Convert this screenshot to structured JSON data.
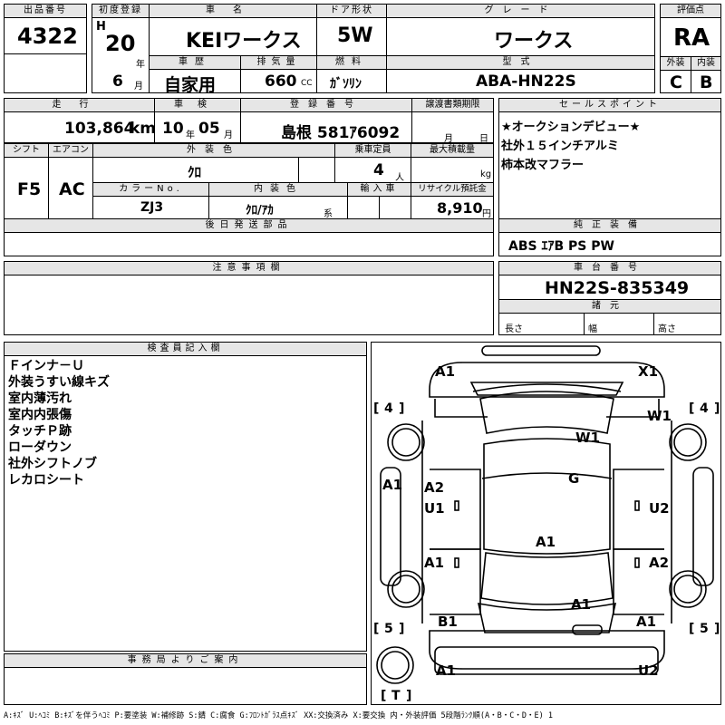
{
  "header": {
    "lot_label": "出品番号",
    "lot_no": "4322",
    "first_reg_label": "初度登録",
    "era": "H",
    "year": "20",
    "year_unit": "年",
    "month": "6",
    "month_unit": "月",
    "car_name_label": "車名",
    "car_name": "KEIワークス",
    "door_label": "ドア形状",
    "door": "5W",
    "grade_label": "グレード",
    "grade": "ワークス",
    "score_label": "評価点",
    "score": "RA",
    "history_label": "車歴",
    "history": "自家用",
    "disp_label": "排気量",
    "disp": "660",
    "disp_unit": "CC",
    "fuel_label": "燃料",
    "fuel": "ｶﾞｿﾘﾝ",
    "model_label": "型式",
    "model": "ABA-HN22S",
    "ext_label": "外装",
    "ext": "C",
    "int_label": "内装",
    "int": "B"
  },
  "row2": {
    "mileage_label": "走行",
    "mileage": "103,864",
    "mileage_unit": "km",
    "inspect_label": "車検",
    "inspect_y": "10",
    "inspect_y_unit": "年",
    "inspect_m": "05",
    "inspect_m_unit": "月",
    "regno_label": "登録番号",
    "regno": "島根 581ｱ6092",
    "transfer_label": "譲渡書類期限",
    "transfer_m": "月",
    "transfer_d": "日",
    "sales_label": "セールスポイント",
    "sales": [
      "★オークションデビュー★",
      "社外１５インチアルミ",
      "柿本改マフラー"
    ]
  },
  "row3": {
    "shift_label": "シフト",
    "shift": "F5",
    "ac_label": "エアコン",
    "ac": "AC",
    "color_label": "外装色",
    "color": "ｸﾛ",
    "capacity_label": "乗車定員",
    "capacity": "4",
    "capacity_unit": "人",
    "loadcap_label": "最大積載量",
    "loadcap_unit": "kg",
    "colorno_label": "カラーNo.",
    "colorno": "ZJ3",
    "intcolor_label": "内装色",
    "intcolor": "ｸﾛ/ｱｶ",
    "intcolor_unit": "系",
    "import_label": "輸入車",
    "recycle_label": "リサイクル預託金",
    "recycle": "8,910",
    "recycle_unit": "円"
  },
  "sections": {
    "later_label": "後日発送部品",
    "equip_label": "純正装備",
    "equip": "ABS ｴｱB PS PW",
    "notes_label": "注意事項欄",
    "chassis_label": "車台番号",
    "chassis": "HN22S-835349",
    "specs_label": "諸元",
    "len_label": "長さ",
    "wid_label": "幅",
    "hei_label": "高さ",
    "inspector_label": "検査員記入欄",
    "inspector": [
      "Ｆインナ－Ｕ",
      "外装うすい線キズ",
      "室内薄汚れ",
      "室内内張傷",
      "タッチＰ跡",
      "ローダウン",
      "社外シフトノブ",
      "レカロシート"
    ],
    "office_label": "事務局よりご案内"
  },
  "diagram": {
    "marks": [
      "A1",
      "X1",
      "W1",
      "W1",
      "G",
      "A2",
      "U1",
      "U2",
      "A1",
      "A1",
      "A1",
      "A2",
      "A1",
      "B1",
      "A1",
      "A1",
      "U2"
    ],
    "tires": [
      "4",
      "4",
      "5",
      "5",
      "T"
    ]
  },
  "legend": "A:ｷｽﾞ U:ﾍｺﾐ B:ｷｽﾞを伴うﾍｺﾐ P:要塗装 W:補修跡 S:錆 C:腐食 G:ﾌﾛﾝﾄｶﾞﾗｽ点ｷｽﾞ XX:交換済み X:要交換  内・外装評価 5段階ﾗﾝｸ順(A・B・C・D・E) 1"
}
